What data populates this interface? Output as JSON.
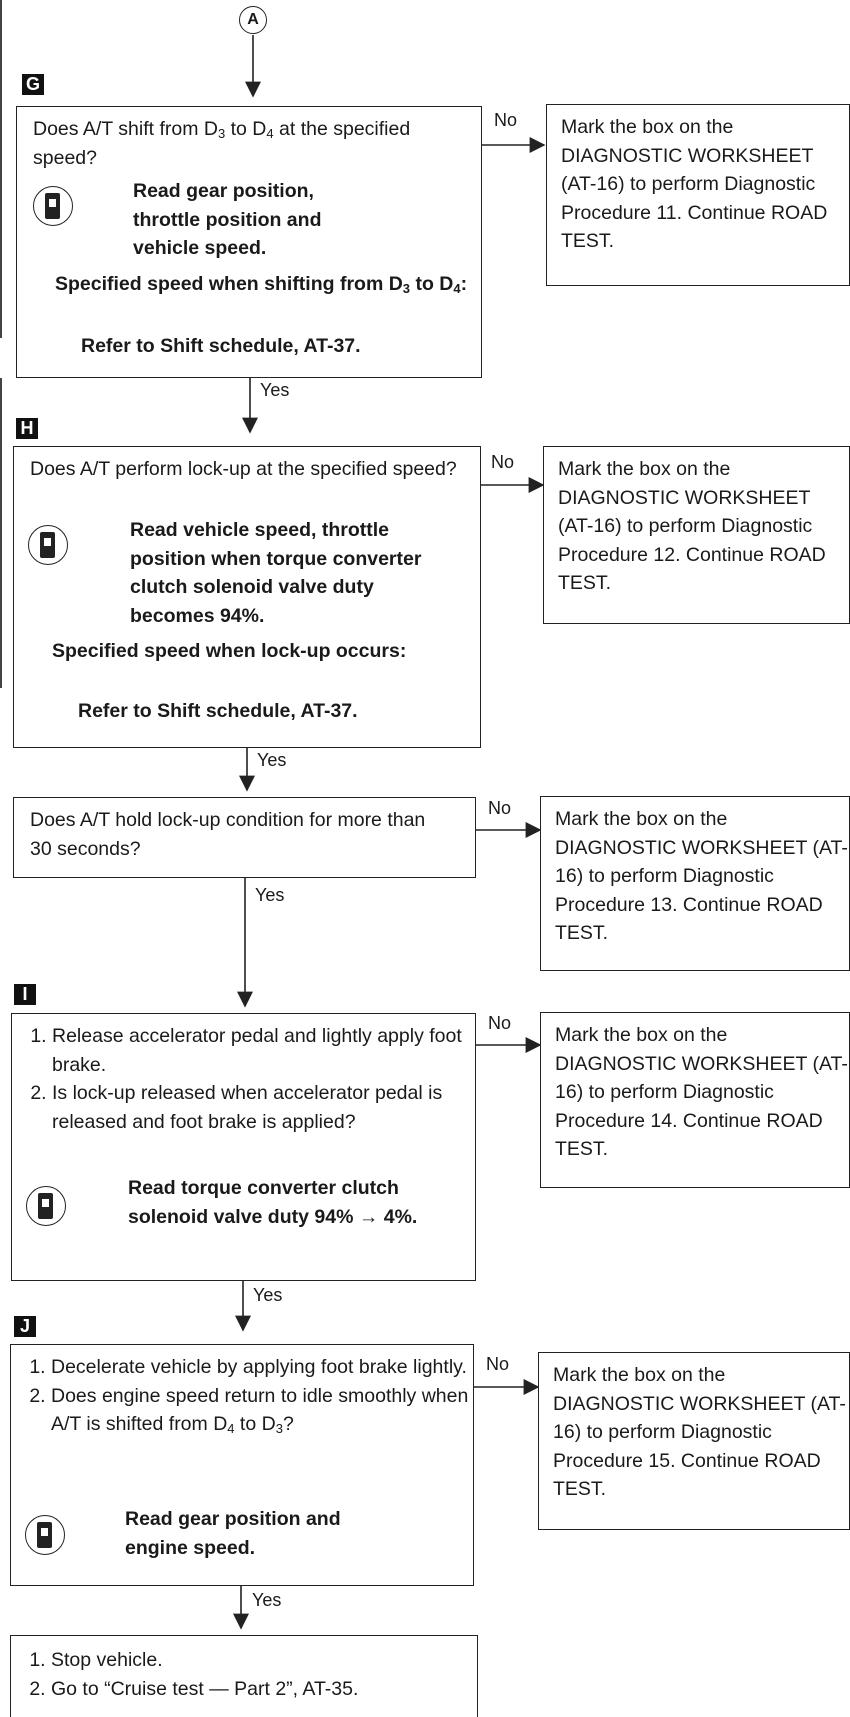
{
  "top_connector": "A",
  "steps": [
    {
      "id": "G",
      "question_a": "Does A/T shift from D",
      "question_b": "3",
      "question_c": " to D",
      "question_d": "4",
      "question_e": " at the specified speed?",
      "instruction": "Read gear position, throttle position and vehicle speed.",
      "spec_label_a": "Specified speed when shifting from D",
      "spec_label_b": "3",
      "spec_label_c": " to D",
      "spec_label_d": "4",
      "spec_label_e": ":",
      "spec_value": "Refer to Shift schedule, AT-37.",
      "result": "Mark the box on the DIAGNOSTIC WORKSHEET (AT-16) to perform Diagnostic Procedure 11. Continue ROAD TEST."
    },
    {
      "id": "H",
      "question": "Does A/T perform lock-up at the specified speed?",
      "instruction": "Read vehicle speed, throttle position when torque converter clutch solenoid valve duty becomes 94%.",
      "spec_label": "Specified speed when lock-up occurs:",
      "spec_value": "Refer to Shift schedule, AT-37.",
      "result": "Mark the box on the DIAGNOSTIC WORKSHEET (AT-16) to perform Diagnostic Procedure 12. Continue ROAD TEST."
    },
    {
      "id": "",
      "question": "Does A/T hold lock-up condition for more than 30 seconds?",
      "result": "Mark the box on the DIAGNOSTIC WORKSHEET (AT-16) to perform Diagnostic Procedure 13. Continue ROAD TEST."
    },
    {
      "id": "I",
      "items": [
        "Release accelerator pedal and lightly apply foot brake.",
        "Is lock-up released when accelerator pedal is released and foot brake is applied?"
      ],
      "instruction": "Read torque converter clutch solenoid valve duty 94% → 4%.",
      "result": "Mark the box on the DIAGNOSTIC WORKSHEET (AT-16) to perform Diagnostic Procedure 14. Continue ROAD TEST."
    },
    {
      "id": "J",
      "item1": "Decelerate vehicle by applying foot brake lightly.",
      "item2_a": "Does engine speed return to idle smoothly when A/T is shifted from D",
      "item2_b": "4",
      "item2_c": " to D",
      "item2_d": "3",
      "item2_e": "?",
      "instruction": "Read gear position and engine speed.",
      "result": "Mark the box on the DIAGNOSTIC WORKSHEET (AT-16) to perform Diagnostic Procedure 15. Continue ROAD TEST."
    }
  ],
  "final": {
    "items": [
      "Stop vehicle.",
      "Go to “Cruise test — Part 2”, AT-35."
    ]
  },
  "labels": {
    "yes": "Yes",
    "no": "No"
  }
}
